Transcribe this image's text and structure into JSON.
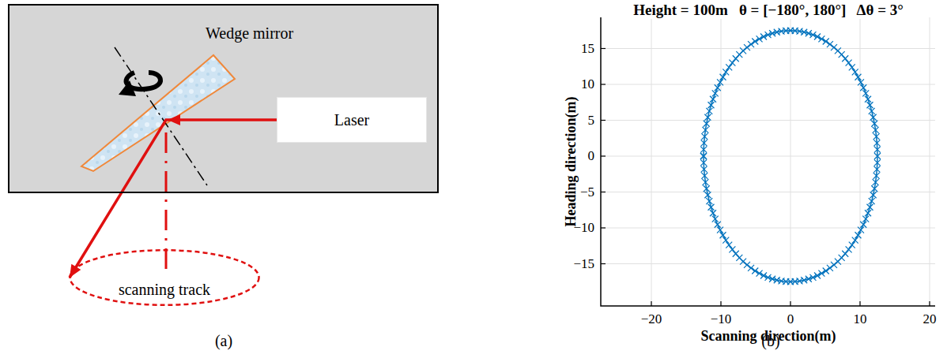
{
  "diagram": {
    "nodes": [
      {
        "text": [
          "Wedge mirror"
        ]
      },
      {
        "text": [
          "Laser"
        ],
        "in": 0
      },
      {
        "text": [
          "scanning track"
        ]
      }
    ],
    "edges": [
      {
        "from": 1,
        "to": 2,
        "arrow": "to"
      }
    ],
    "labels": [
      "(a)",
      "(b)",
      "Height = 100m   θ = [−180°, 180°]   Δθ = 3°",
      "15",
      "10",
      "5",
      "0",
      "−5",
      "−10",
      "−15",
      "−20",
      "−10",
      "0",
      "10",
      "20",
      "Scanning direction(m)",
      "Heading direction(m)"
    ]
  }
}
